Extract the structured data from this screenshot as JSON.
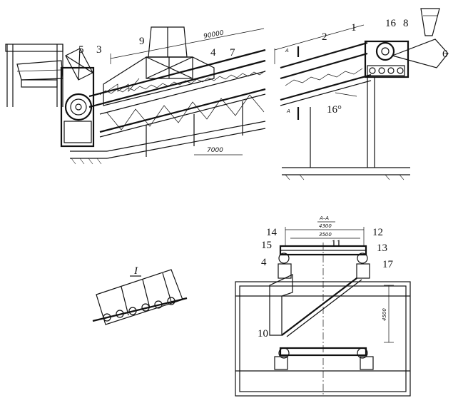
{
  "figure": {
    "part_numbers": [
      "1",
      "2",
      "3",
      "4",
      "5",
      "6",
      "7",
      "8",
      "9",
      "10",
      "11",
      "12",
      "13",
      "14",
      "15",
      "16",
      "17"
    ],
    "dimensions": {
      "total_length": "90000",
      "support_spacing": "7000",
      "section_width_outer": "4300",
      "section_width_inner": "3500",
      "section_height": "4500"
    },
    "angle_label": "16°",
    "section_marker": "A",
    "section_title": "A–A",
    "detail_label": "I"
  }
}
